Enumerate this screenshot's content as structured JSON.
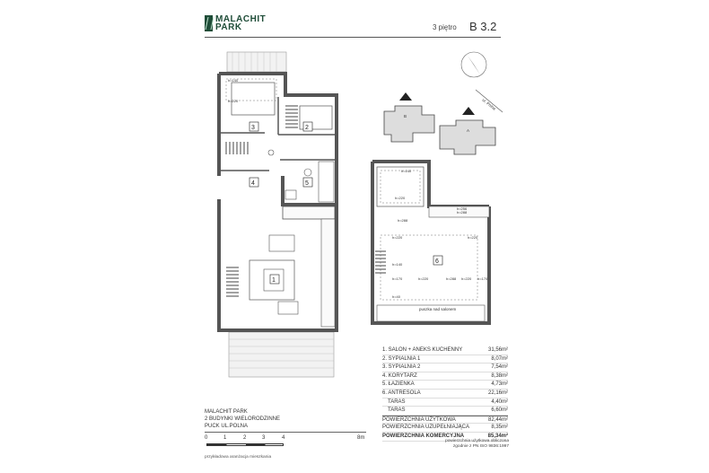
{
  "brand": {
    "line1": "MALACHIT",
    "line2": "PARK"
  },
  "header": {
    "floor": "3 piętro",
    "unit": "B 3.2"
  },
  "plan_labels": {
    "room_numbers": [
      "1",
      "2",
      "3",
      "4",
      "5",
      "6"
    ],
    "heights": [
      "h=140",
      "h=220",
      "h=140",
      "h=220",
      "h=288",
      "h=256",
      "h=288",
      "h=220",
      "h=220",
      "h=140",
      "h=170",
      "h=220",
      "h=288",
      "h=220",
      "h=170",
      "h=40"
    ],
    "puszka": "puszka nad salonem",
    "street": "ul. Polna",
    "building_a": "A",
    "building_b": "B"
  },
  "areas": {
    "rows": [
      {
        "label": "1. SALON + ANEKS KUCHENNY",
        "value": "31,56m²"
      },
      {
        "label": "2. SYPIALNIA 1",
        "value": "8,07m²"
      },
      {
        "label": "3. SYPIALNIA 2",
        "value": "7,54m²"
      },
      {
        "label": "4. KORYTARZ",
        "value": "8,38m²"
      },
      {
        "label": "5. ŁAZIENKA",
        "value": "4,73m²"
      },
      {
        "label": "6. ANTRESOLA",
        "value": "22,16m²"
      },
      {
        "label": "TARAS",
        "value": "4,40m²"
      },
      {
        "label": "TARAS",
        "value": "6,60m²"
      }
    ],
    "totals": [
      {
        "label": "POWIERZCHNIA UŻYTKOWA",
        "value": "82,44m²"
      },
      {
        "label": "POWIERZCHNIA UZUPEŁNIAJĄCA",
        "value": "8,35m²"
      },
      {
        "label": "POWIERZCHNIA KOMERCYJNA",
        "value": "85,34m²"
      }
    ],
    "note_line1": "powierzchnia użytkowa obliczona",
    "note_line2": "zgodnie z PN ISO 9836:1997"
  },
  "address": {
    "line1": "MALACHIT PARK",
    "line2": "2 BUDYNKI WIELORODZINNE",
    "line3": "PUCK UL.POLNA"
  },
  "scale": {
    "ticks": [
      "0",
      "1",
      "2",
      "3",
      "4"
    ],
    "unit": "8m",
    "note": "przykładowa aranżacja mieszkania"
  },
  "colors": {
    "brand": "#1f4d38",
    "wall": "#666666",
    "terrace": "#f2f2f2"
  }
}
